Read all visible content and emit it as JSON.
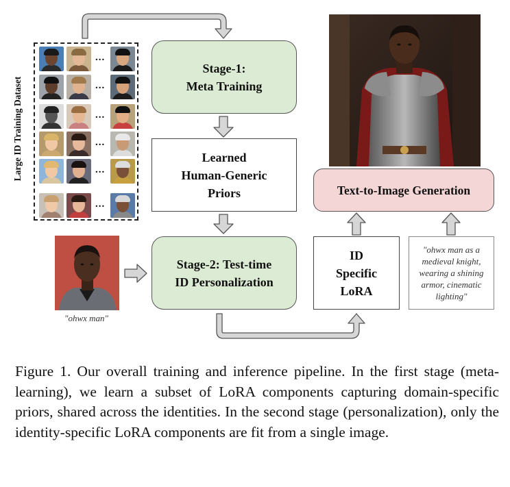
{
  "figure": {
    "dataset_label": "Large ID Training Dataset",
    "ellipsis": "...",
    "stage1": {
      "line1": "Stage-1:",
      "line2": "Meta Training"
    },
    "priors": {
      "line1": "Learned",
      "line2": "Human-Generic",
      "line3": "Priors"
    },
    "stage2": {
      "line1": "Stage-2: Test-time",
      "line2": "ID Personalization"
    },
    "input_caption": "\"ohwx man\"",
    "lora": {
      "line1": "ID",
      "line2": "Specific",
      "line3": "LoRA"
    },
    "prompt": "\"ohwx man as a medieval knight, wearing a shining armor, cinematic lighting\"",
    "t2i": "Text-to-Image Generation"
  },
  "caption": {
    "text": "Figure 1. Our overall training and inference pipeline. In the first stage (meta-learning), we learn a subset of LoRA components capturing domain-specific priors, shared across the identities. In the second stage (personalization), only the identity-specific LoRA components are fit from a single image."
  },
  "colors": {
    "stage_fill": "#dcecd4",
    "generation_fill": "#f5d6d6",
    "arrow_fill": "#d6d6d6",
    "arrow_stroke": "#555555"
  }
}
